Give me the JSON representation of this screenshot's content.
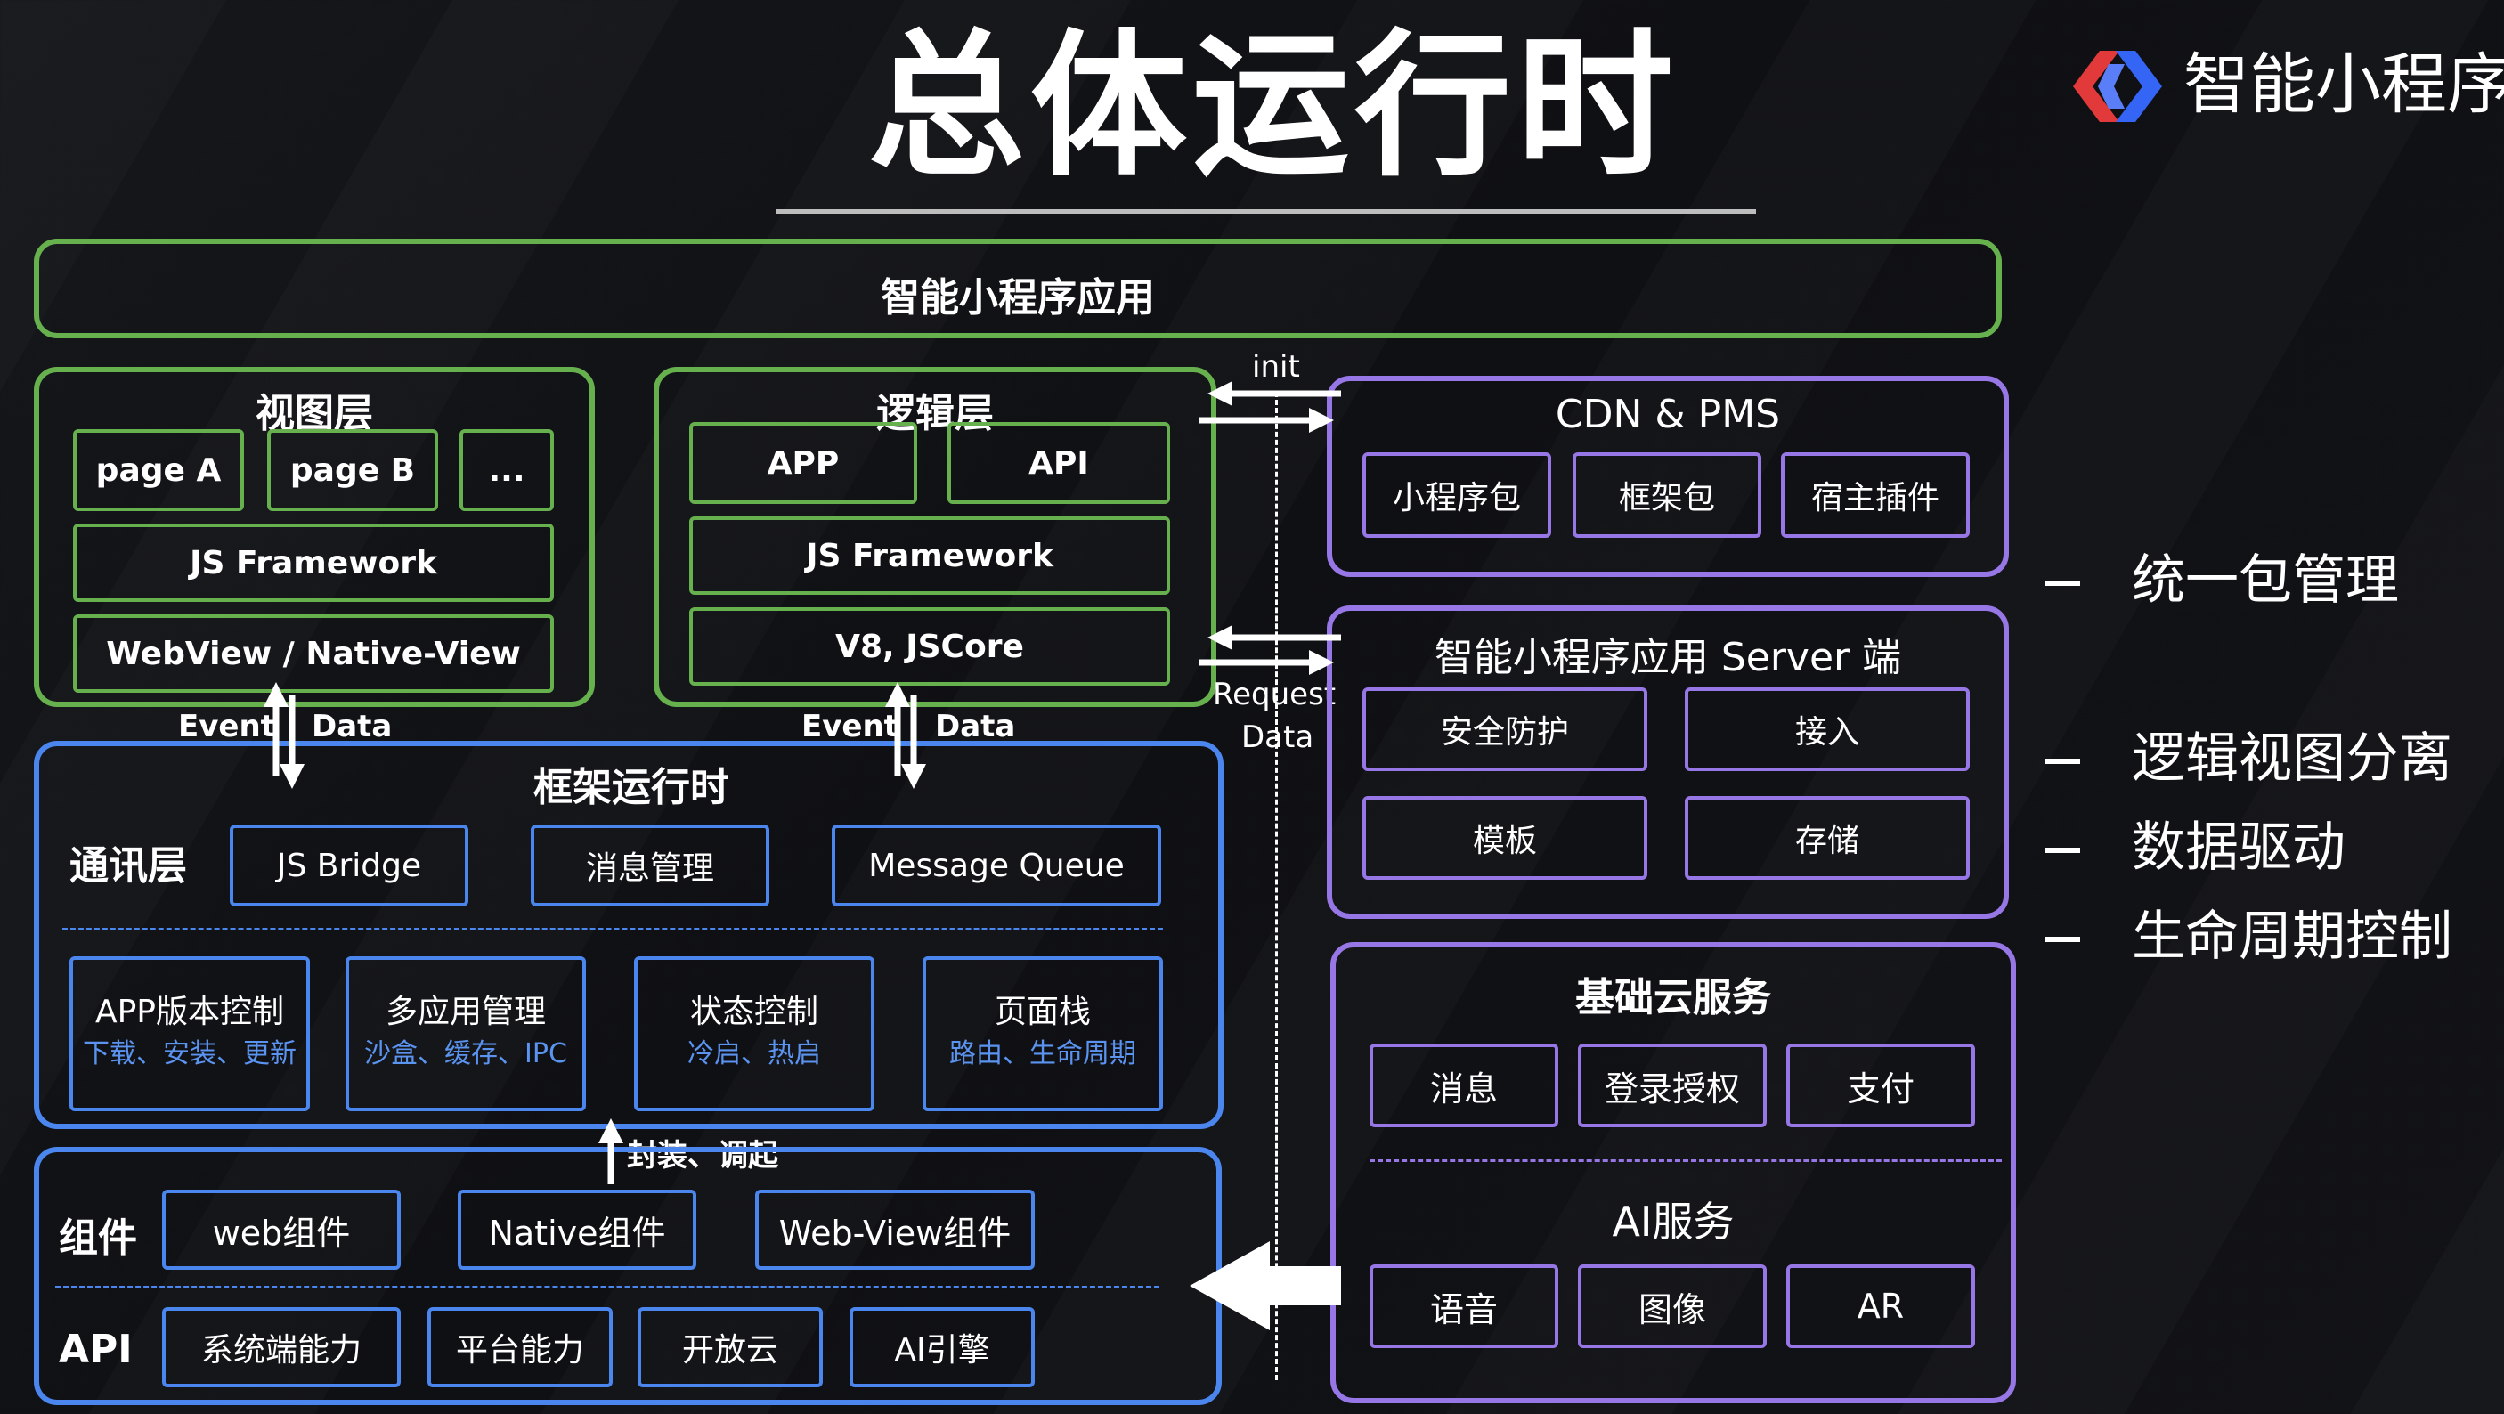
{
  "title": "总体运行时",
  "logo": {
    "icon": "smart-miniprogram-logo-icon",
    "text": "智能小程序",
    "colors": [
      "#e23a3a",
      "#3565f5"
    ]
  },
  "app_bar": "智能小程序应用",
  "view_layer": {
    "title": "视图层",
    "pages": [
      "page A",
      "page B",
      "..."
    ],
    "framework": "JS Framework",
    "view": "WebView / Native-View"
  },
  "logic_layer": {
    "title": "逻辑层",
    "items": [
      "APP",
      "API"
    ],
    "framework": "JS Framework",
    "engine": "V8, JSCore"
  },
  "flow_labels": {
    "event": "Event",
    "data": "Data",
    "init": "init",
    "request": "Request",
    "data2": "Data",
    "wrap": "封装、调起"
  },
  "runtime": {
    "title": "框架运行时",
    "comm_label": "通讯层",
    "comm_items": [
      "JS Bridge",
      "消息管理",
      "Message Queue"
    ],
    "modules": [
      {
        "name": "APP版本控制",
        "sub": "下载、安装、更新"
      },
      {
        "name": "多应用管理",
        "sub": "沙盒、缓存、IPC"
      },
      {
        "name": "状态控制",
        "sub": "冷启、热启"
      },
      {
        "name": "页面栈",
        "sub": "路由、生命周期"
      }
    ]
  },
  "components": {
    "label": "组件",
    "items": [
      "web组件",
      "Native组件",
      "Web-View组件"
    ],
    "api_label": "API",
    "api_items": [
      "系统端能力",
      "平台能力",
      "开放云",
      "AI引擎"
    ]
  },
  "cdn": {
    "title": "CDN & PMS",
    "items": [
      "小程序包",
      "框架包",
      "宿主插件"
    ]
  },
  "server": {
    "title": "智能小程序应用 Server 端",
    "items": [
      "安全防护",
      "接入",
      "模板",
      "存储"
    ]
  },
  "cloud": {
    "title": "基础云服务",
    "items": [
      "消息",
      "登录授权",
      "支付"
    ],
    "ai_title": "AI服务",
    "ai_items": [
      "语音",
      "图像",
      "AR"
    ]
  },
  "bullets": [
    "统一包管理",
    "逻辑视图分离",
    "数据驱动",
    "生命周期控制"
  ],
  "colors": {
    "green": "#67b04e",
    "blue": "#4a86ee",
    "purple": "#9776e6",
    "sub_text": "#5b93f0"
  }
}
